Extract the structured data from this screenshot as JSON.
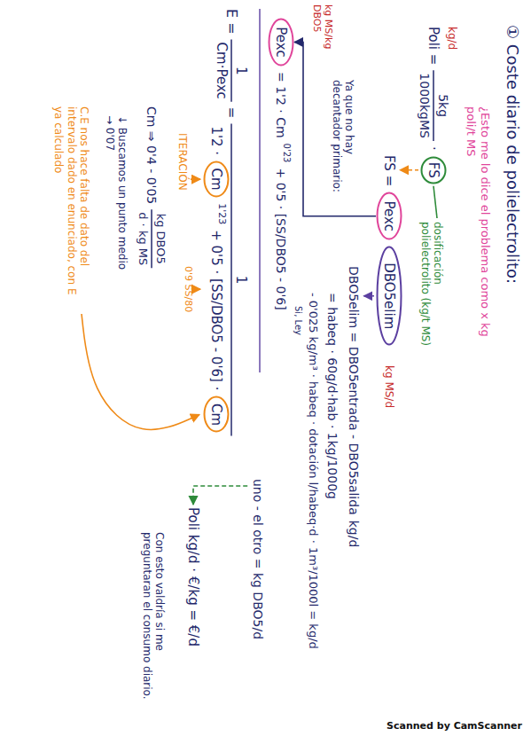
{
  "diagram": {
    "title": "① Coste diario de polielectrolito:",
    "nodes": [
      {
        "text": [
          "FS"
        ]
      },
      {
        "text": [
          "Pexc"
        ]
      },
      {
        "text": [
          "DBO5elim"
        ]
      },
      {
        "text": [
          "Pexc"
        ]
      },
      {
        "text": [
          "Cm"
        ]
      },
      {
        "text": [
          "Cm"
        ]
      }
    ],
    "edges": [
      {
        "from": 1,
        "to": 3,
        "arrow": "to"
      }
    ],
    "labels": [
      "¿Esto me lo dice el problema como x kg poli/t MS",
      "kg/d",
      "Poli =",
      "5kg",
      "1000kgMS",
      "·",
      "dosificación polielectrolito (kg/t MS)",
      "FS =",
      "kg MS/d",
      "DBO5elim = DBO5entrada - DBO5salida",
      "kg/d",
      "= habeq · 60g/d·hab · 1kg/1000g",
      "- 0'025 kg/m³ · habeq · dotación l/habeq·d · 1m³/1000l = kg/d",
      "Si, Ley",
      "Ya que no hay decantador primario:",
      "kg MS/kg DBO5",
      "= 1'2 · Cm",
      "0'23",
      "+ 0'5 · [SS/DBO5 - 0'6]",
      "uno - el otro = kg DBO5/d",
      "E =",
      "1",
      "Cm·Pexc",
      "=",
      "1",
      "1'2 ·",
      "1'23",
      "+ 0'5 · [SS/DBO5 - 0'6] ·",
      "0'9 SS/80",
      "ITERACIÓN",
      "Cm ⇒ 0'4 - 0'05",
      "kg DBO5",
      "d · kg MS",
      "↓ Buscamos un punto medio → 0'07",
      "C.E nos hace falta de dato del intervalo dado en enunciado, con E ya calculado",
      "Poli kg/d · €/kg = €/d",
      "Con esto valdría si me preguntaran el consumo diario.",
      "Scanned by CamScanner"
    ]
  }
}
